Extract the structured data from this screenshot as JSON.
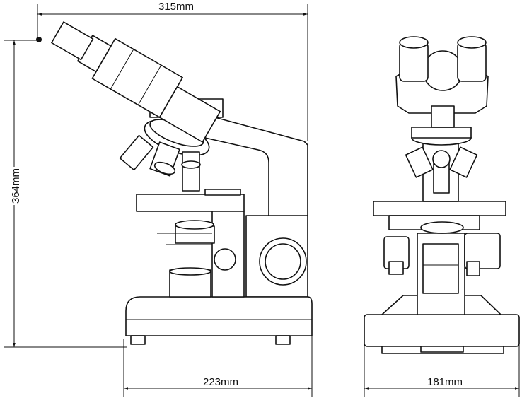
{
  "dimensions": {
    "width_total": "315mm",
    "height_total": "364mm",
    "base_depth": "223mm",
    "front_width": "181mm"
  }
}
